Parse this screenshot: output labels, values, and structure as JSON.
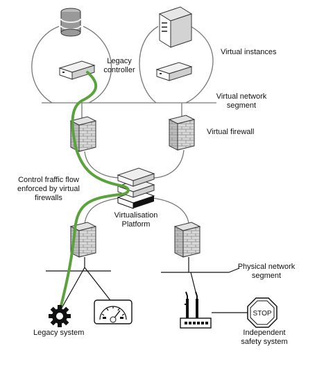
{
  "labels": {
    "legacy_controller": [
      "Legacy",
      "controller"
    ],
    "virtual_instances": "Virtual instances",
    "virtual_network_segment": [
      "Virtual network",
      "segment"
    ],
    "virtual_firewall": "Virtual firewall",
    "control_traffic": [
      "Control fraffic flow",
      "enforced by virtual",
      "firewalls"
    ],
    "virtualisation_platform": [
      "Virtualisation",
      "Platform"
    ],
    "physical_network_segment": [
      "Physical network",
      "segment"
    ],
    "legacy_system": "Legacy system",
    "independent_safety_system": [
      "Independent",
      "safety system"
    ],
    "stop_sign": "STOP"
  },
  "colors": {
    "traffic_flow": "#5aa33c",
    "line": "#777777",
    "ink": "#111111"
  },
  "icons": [
    "database-icon",
    "server-icon",
    "controller-icon",
    "firewall-icon",
    "platform-stack-icon",
    "gear-icon",
    "gauge-icon",
    "plc-icon",
    "stop-sign-icon"
  ]
}
